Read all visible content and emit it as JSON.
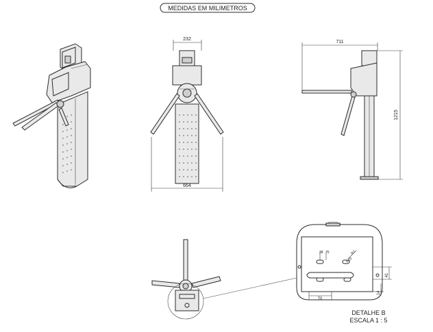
{
  "title": "MEDIDAS EM MILIMETROS",
  "dimensions": {
    "front_top_width": "232",
    "front_base_width": "664",
    "side_arm_length": "711",
    "side_height": "1215"
  },
  "detail": {
    "dim_38": "38",
    "dim_75": "75",
    "dim_r7": "R7",
    "dim_r20": "R20",
    "dim_41": "41",
    "dim_14": "14",
    "dim_70": "70",
    "label": "DETALHE B",
    "scale": "ESCALA 1 : 5"
  }
}
